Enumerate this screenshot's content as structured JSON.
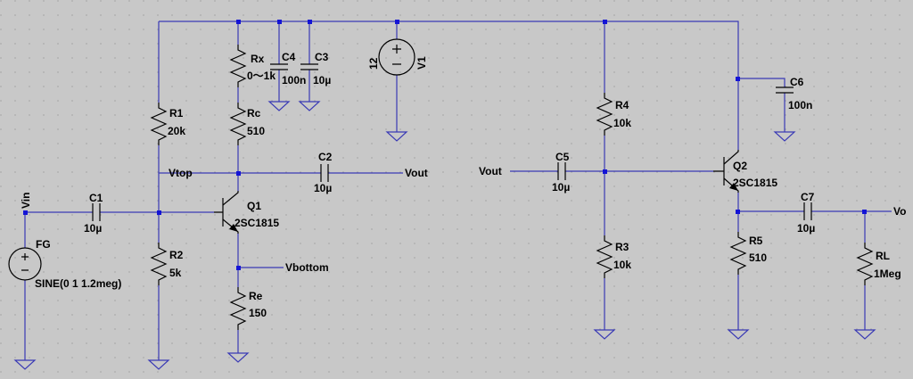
{
  "schematic": {
    "components": [
      {
        "ref": "Rx",
        "value": "0～1k"
      },
      {
        "ref": "C4",
        "value": "100n"
      },
      {
        "ref": "C3",
        "value": "10µ"
      },
      {
        "ref": "V1",
        "value": "12"
      },
      {
        "ref": "R1",
        "value": "20k"
      },
      {
        "ref": "Rc",
        "value": "510"
      },
      {
        "ref": "C2",
        "value": "10µ"
      },
      {
        "ref": "C1",
        "value": "10µ"
      },
      {
        "ref": "Q1",
        "value": "2SC1815"
      },
      {
        "ref": "R2",
        "value": "5k"
      },
      {
        "ref": "Re",
        "value": "150"
      },
      {
        "ref": "FG",
        "value": "SINE(0 1 1.2meg)"
      },
      {
        "ref": "R4",
        "value": "10k"
      },
      {
        "ref": "C5",
        "value": "10µ"
      },
      {
        "ref": "R3",
        "value": "10k"
      },
      {
        "ref": "Q2",
        "value": "2SC1815"
      },
      {
        "ref": "R5",
        "value": "510"
      },
      {
        "ref": "C6",
        "value": "100n"
      },
      {
        "ref": "C7",
        "value": "10µ"
      },
      {
        "ref": "RL",
        "value": "1Meg"
      }
    ],
    "nets": {
      "vin": "Vin",
      "vtop": "Vtop",
      "vout_left": "Vout",
      "vbottom": "Vbottom",
      "vout_right": "Vout",
      "vo": "Vo"
    }
  },
  "colors": {
    "background": "#c8c8c8",
    "wire": "#3a3ab5",
    "junction": "#1414d6",
    "component": "#000000"
  }
}
